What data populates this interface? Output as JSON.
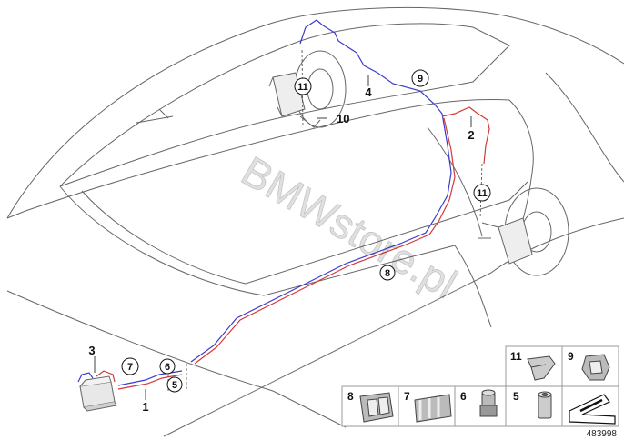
{
  "callouts": {
    "c11_top": "11",
    "c9": "9",
    "c11_right": "11",
    "c8": "8",
    "c7": "7",
    "c6": "6",
    "c5": "5"
  },
  "parts": {
    "p4": "4",
    "p10": "10",
    "p2": "2",
    "p3": "3",
    "p1": "1"
  },
  "legend": {
    "t11": "11",
    "t9": "9",
    "t8": "8",
    "t7": "7",
    "t6": "6",
    "t5": "5"
  },
  "watermark": "BMWstore.pl",
  "diagram_number": "483998",
  "colors": {
    "brake_line_blue": "#3b3bd0",
    "brake_line_red": "#d23a3a",
    "outline": "#555555"
  }
}
